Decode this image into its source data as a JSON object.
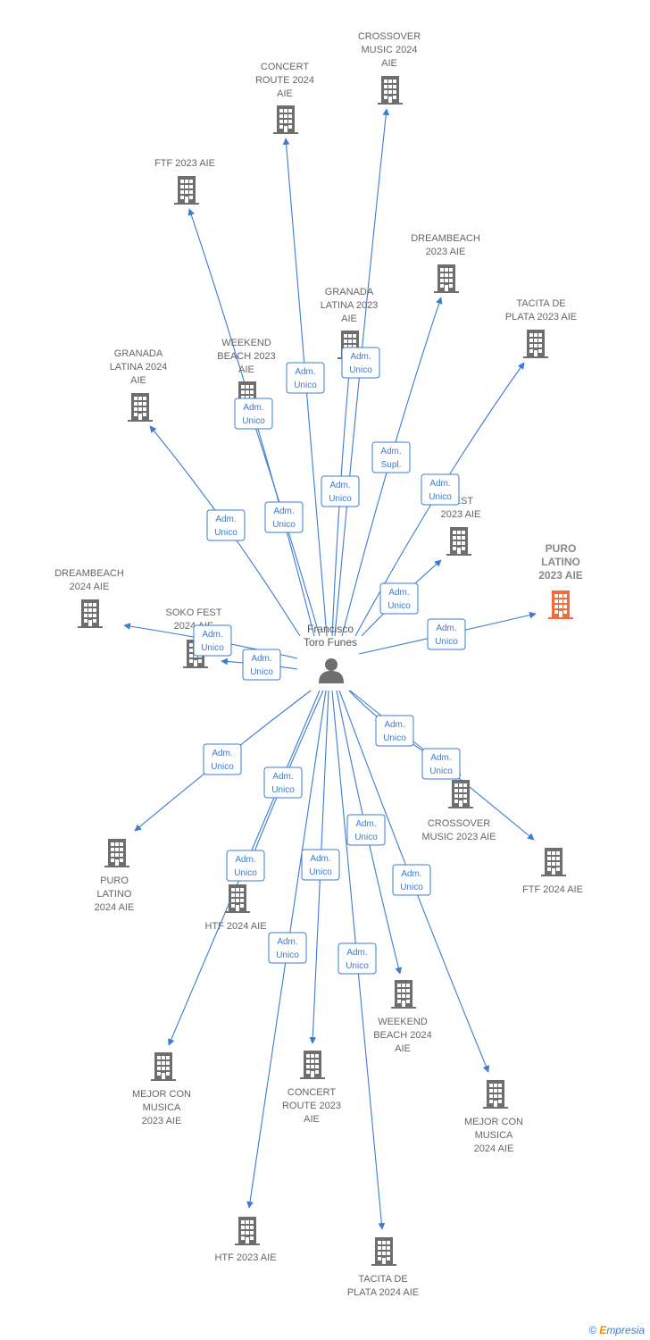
{
  "center": {
    "name_lines": [
      "Francisco",
      "Toro Funes"
    ],
    "icon": "person-icon"
  },
  "colors": {
    "edge": "#3a7bd5",
    "building": "#6e6e6e",
    "focus_building": "#f26b3a",
    "label": "#666666"
  },
  "icons": {
    "company": "building-icon",
    "person": "person-icon"
  },
  "companies": [
    {
      "id": "crossover-music-2024",
      "lines": [
        "CROSSOVER",
        "MUSIC 2024",
        "AIE"
      ],
      "focus": false,
      "role": [
        "Adm.",
        "Unico"
      ]
    },
    {
      "id": "concert-route-2024",
      "lines": [
        "CONCERT",
        "ROUTE 2024",
        "AIE"
      ],
      "focus": false,
      "role": [
        "Adm.",
        "Unico"
      ]
    },
    {
      "id": "ftf-2023",
      "lines": [
        "FTF 2023  AIE"
      ],
      "focus": false,
      "role": [
        "Adm.",
        "Unico"
      ]
    },
    {
      "id": "dreambeach-2023",
      "lines": [
        "DREAMBEACH",
        "2023  AIE"
      ],
      "focus": false,
      "role": [
        "Adm.",
        "Supl."
      ]
    },
    {
      "id": "granada-latina-2023",
      "lines": [
        "GRANADA",
        "LATINA 2023",
        "AIE"
      ],
      "focus": false,
      "role": [
        "Adm.",
        "Unico"
      ]
    },
    {
      "id": "tacita-de-plata-2023",
      "lines": [
        "TACITA DE",
        "PLATA 2023  AIE"
      ],
      "focus": false,
      "role": [
        "Adm.",
        "Unico"
      ]
    },
    {
      "id": "weekend-beach-2023",
      "lines": [
        "WEEKEND",
        "BEACH 2023",
        "AIE"
      ],
      "focus": false,
      "role": [
        "Adm.",
        "Unico"
      ]
    },
    {
      "id": "granada-latina-2024",
      "lines": [
        "GRANADA",
        "LATINA 2024",
        "AIE"
      ],
      "focus": false,
      "role": [
        "Adm.",
        "Unico"
      ]
    },
    {
      "id": "soko-fest-2023",
      "lines": [
        "FEST",
        "2023  AIE"
      ],
      "focus": false,
      "role": [
        "Adm.",
        "Unico"
      ]
    },
    {
      "id": "puro-latino-2023",
      "lines": [
        "PURO",
        "LATINO",
        "2023  AIE"
      ],
      "focus": true,
      "role": [
        "Adm.",
        "Unico"
      ]
    },
    {
      "id": "dreambeach-2024",
      "lines": [
        "DREAMBEACH",
        "2024  AIE"
      ],
      "focus": false,
      "role": [
        "Adm.",
        "Unico"
      ]
    },
    {
      "id": "soko-fest-2024",
      "lines": [
        "SOKO FEST",
        "2024  AIE"
      ],
      "focus": false,
      "role": [
        "Adm.",
        "Unico"
      ]
    },
    {
      "id": "crossover-music-2023",
      "lines": [
        "CROSSOVER",
        "MUSIC 2023 AIE"
      ],
      "focus": false,
      "role": [
        "Adm.",
        "Unico"
      ]
    },
    {
      "id": "ftf-2024",
      "lines": [
        "FTF 2024  AIE"
      ],
      "focus": false,
      "role": [
        "Adm.",
        "Unico"
      ]
    },
    {
      "id": "puro-latino-2024",
      "lines": [
        "PURO",
        "LATINO",
        "2024  AIE"
      ],
      "focus": false,
      "role": [
        "Adm.",
        "Unico"
      ]
    },
    {
      "id": "htf-2024",
      "lines": [
        "HTF 2024  AIE"
      ],
      "focus": false,
      "role": [
        "Adm.",
        "Unico"
      ]
    },
    {
      "id": "weekend-beach-2024",
      "lines": [
        "WEEKEND",
        "BEACH 2024",
        "AIE"
      ],
      "focus": false,
      "role": [
        "Adm.",
        "Unico"
      ]
    },
    {
      "id": "mejor-con-musica-2023",
      "lines": [
        "MEJOR CON",
        "MUSICA",
        "2023  AIE"
      ],
      "focus": false,
      "role": [
        "Adm.",
        "Unico"
      ]
    },
    {
      "id": "concert-route-2023",
      "lines": [
        "CONCERT",
        "ROUTE 2023",
        "AIE"
      ],
      "focus": false,
      "role": [
        "Adm.",
        "Unico"
      ]
    },
    {
      "id": "mejor-con-musica-2024",
      "lines": [
        "MEJOR CON",
        "MUSICA",
        "2024  AIE"
      ],
      "focus": false,
      "role": [
        "Adm.",
        "Unico"
      ]
    },
    {
      "id": "htf-2023",
      "lines": [
        "HTF 2023  AIE"
      ],
      "focus": false,
      "role": [
        "Adm.",
        "Unico"
      ]
    },
    {
      "id": "tacita-de-plata-2024",
      "lines": [
        "TACITA DE",
        "PLATA 2024  AIE"
      ],
      "focus": false,
      "role": [
        "Adm.",
        "Unico"
      ]
    }
  ],
  "footer": {
    "copyright": "©",
    "brand_initial": "E",
    "brand_rest": "mpresia"
  }
}
